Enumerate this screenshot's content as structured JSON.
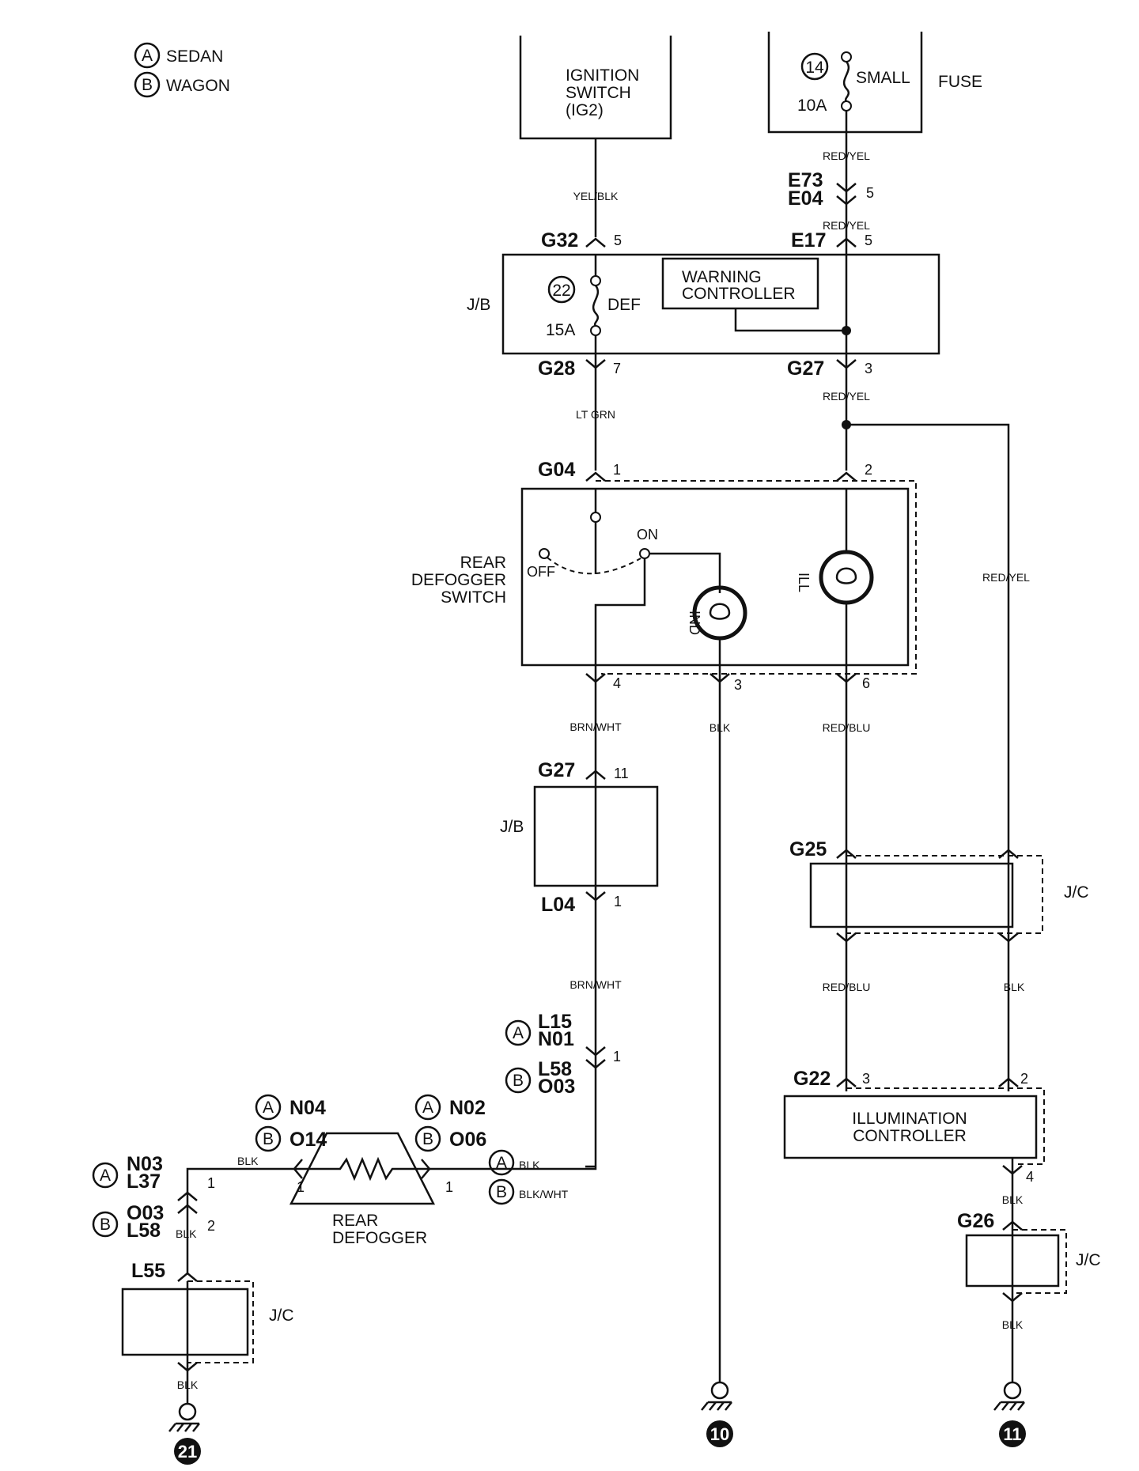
{
  "legend": {
    "a_letter": "A",
    "a_text": "SEDAN",
    "b_letter": "B",
    "b_text": "WAGON"
  },
  "components": {
    "ignition_switch": [
      "IGNITION",
      "SWITCH",
      "(IG2)"
    ],
    "fuse_small": {
      "num": "14",
      "name": "SMALL",
      "amp": "10A",
      "box": "FUSE"
    },
    "jb_top": {
      "label": "J/B",
      "fuse_num": "22",
      "fuse_name": "DEF",
      "fuse_amp": "15A"
    },
    "warning_controller": [
      "WARNING",
      "CONTROLLER"
    ],
    "rear_defogger_switch": [
      "REAR",
      "DEFOGGER",
      "SWITCH"
    ],
    "switch_off": "OFF",
    "switch_on": "ON",
    "ind": "IND",
    "ill": "ILL",
    "jb_mid": "J/B",
    "jc_right": "J/C",
    "illumination_controller": [
      "ILLUMINATION",
      "CONTROLLER"
    ],
    "jc_g26": "J/C",
    "jc_l55": "J/C",
    "rear_defogger": [
      "REAR",
      "DEFOGGER"
    ]
  },
  "connectors": {
    "E73": "E73",
    "E04": "E04",
    "G32": "G32",
    "E17": "E17",
    "G28": "G28",
    "G27_top": "G27",
    "G04": "G04",
    "G27_mid": "G27",
    "L04": "L04",
    "G25": "G25",
    "G22": "G22",
    "G26": "G26",
    "L55": "L55",
    "L15": "L15",
    "N01": "N01",
    "L58_r": "L58",
    "O03_r": "O03",
    "N04": "N04",
    "O14": "O14",
    "N02": "N02",
    "O06": "O06",
    "N03": "N03",
    "L37": "L37",
    "O03_l": "O03",
    "L58_l": "L58"
  },
  "pins": {
    "e73": "5",
    "g32": "5",
    "e17": "5",
    "g28": "7",
    "g27_top": "3",
    "g04_1": "1",
    "g04_2": "2",
    "sw_4": "4",
    "sw_3": "3",
    "sw_6": "6",
    "g27_mid": "11",
    "l04": "1",
    "l15": "1",
    "g22_3": "3",
    "g22_2": "2",
    "g22_4": "4",
    "def_left": "1",
    "def_right": "1",
    "n03": "1",
    "o03": "2"
  },
  "wires": {
    "fuse_out": "RED/YEL",
    "ign_out": "YEL/BLK",
    "e04_out": "RED/YEL",
    "g28_out": "LT GRN",
    "g27_out": "RED/YEL",
    "right_bus": "RED/YEL",
    "sw4_out": "BRN/WHT",
    "sw3_out": "BLK",
    "sw6_out": "RED/BLU",
    "l04_out": "BRN/WHT",
    "g25_left_out": "RED/BLU",
    "g25_right_out": "BLK",
    "def_right_a": "BLK",
    "def_right_b": "BLK/WHT",
    "def_left": "BLK",
    "o03_out": "BLK",
    "ilc_out": "BLK",
    "g26_out": "BLK",
    "l55_out": "BLK"
  },
  "variants": {
    "A": "A",
    "B": "B"
  },
  "grounds": {
    "g21": "21",
    "g10": "10",
    "g11": "11"
  }
}
